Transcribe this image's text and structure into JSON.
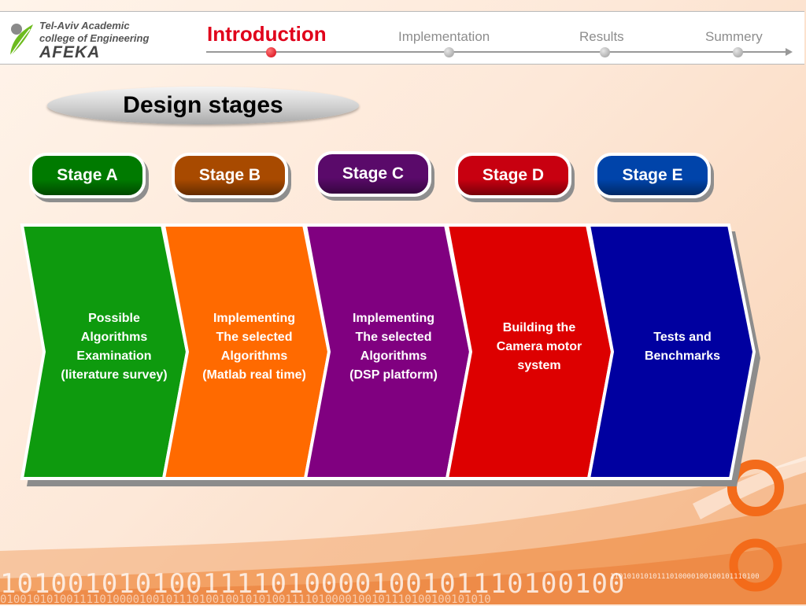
{
  "logo": {
    "line1": "Tel-Aviv Academic",
    "line2": "college of Engineering",
    "name": "AFEKA"
  },
  "nav": {
    "items": [
      "Introduction",
      "Implementation",
      "Results",
      "Summery"
    ],
    "active_index": 0
  },
  "title": "Design stages",
  "stages": [
    {
      "label": "Stage A",
      "color": "#007a00"
    },
    {
      "label": "Stage B",
      "color": "#a84a00"
    },
    {
      "label": "Stage C",
      "color": "#5a0a6a"
    },
    {
      "label": "Stage D",
      "color": "#c80010"
    },
    {
      "label": "Stage E",
      "color": "#0044aa"
    }
  ],
  "chevrons": [
    {
      "lines": [
        "Possible",
        "Algorithms",
        "Examination",
        "(literature survey)"
      ],
      "color": "#0e9a0e"
    },
    {
      "lines": [
        "Implementing",
        "The selected",
        "Algorithms",
        "(Matlab real time)"
      ],
      "color": "#ff6a00"
    },
    {
      "lines": [
        "Implementing",
        "The selected",
        "Algorithms",
        "(DSP platform)"
      ],
      "color": "#800080"
    },
    {
      "lines": [
        "Building the",
        "Camera motor",
        "system"
      ],
      "color": "#dd0000"
    },
    {
      "lines": [
        "Tests and",
        "Benchmarks"
      ],
      "color": "#0000a0"
    }
  ],
  "decor": {
    "binary_big": "1010010101001111010000100101110100100",
    "binary_small": "11010101010111010000100100101110100",
    "binary_low": "01001010100111101000010010111010010010101001111010000100101110100100101010"
  }
}
